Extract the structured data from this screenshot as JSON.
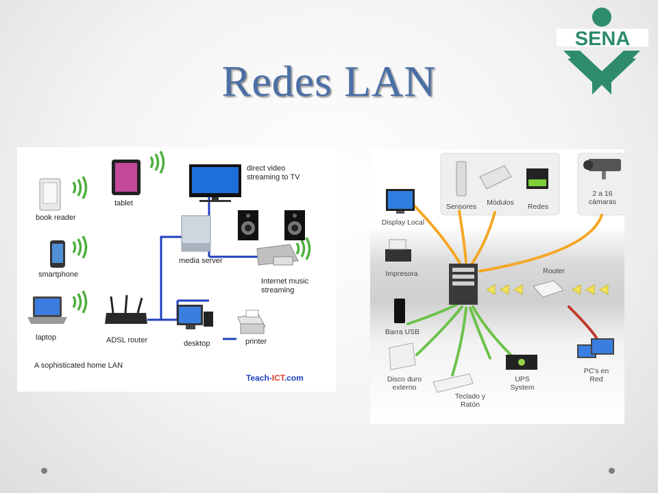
{
  "slide": {
    "title": "Redes LAN"
  },
  "logo": {
    "text": "SENA",
    "color": "#2e8b6e"
  },
  "diagram1": {
    "labels": {
      "tablet": "tablet",
      "book_reader": "book reader",
      "smartphone": "smartphone",
      "laptop": "laptop",
      "adsl_router": "ADSL router",
      "media_server": "media server",
      "direct_video": "direct video\nstreaming to TV",
      "internet_music": "Internet music\nstreaming",
      "desktop": "desktop",
      "printer": "printer",
      "caption": "A sophisticated home LAN"
    },
    "watermark": {
      "teach": "Teach-",
      "ict": "ICT",
      "com": ".com"
    }
  },
  "diagram2": {
    "labels": {
      "sensores": "Sensores",
      "modulos": "Módulos",
      "redes": "Redes",
      "camaras": "2 a 16\ncámaras",
      "display": "Display Local",
      "impresora": "Impresora",
      "barra_usb": "Barra USB",
      "disco": "Disco duro\nexterno",
      "teclado": "Teclado y\nRatón",
      "ups": "UPS\nSystem",
      "router": "Router",
      "pcs": "PC's en\nRed"
    },
    "colors": {
      "orange": "#f5a623",
      "green": "#6cc24a",
      "red": "#c0392b",
      "arrow": "#f2e35a"
    }
  }
}
